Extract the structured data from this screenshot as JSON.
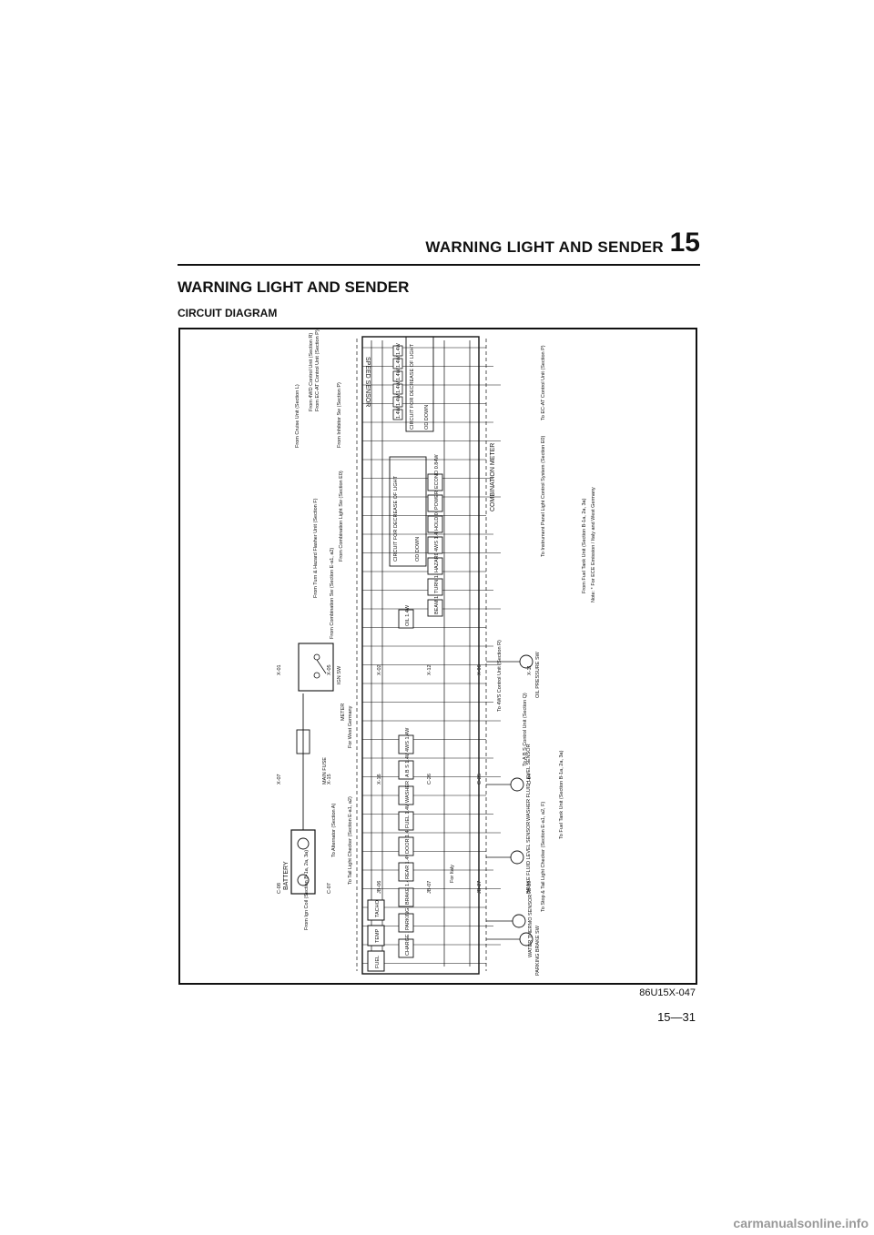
{
  "header": {
    "title": "WARNING LIGHT AND SENDER",
    "section_number": "15"
  },
  "main_title": "WARNING LIGHT AND SENDER",
  "sub_title": "CIRCUIT DIAGRAM",
  "diagram": {
    "combination_meter": "COMBINATION METER",
    "speed_sensor": "SPEED SENSOR",
    "battery": "BATTERY",
    "main_fuse": "MAIN FUSE",
    "ignition_switch": "IGN SW",
    "meter_fuse": "METER",
    "oil_pressure_switch": "OIL PRESSURE SW",
    "washer_sensor": "WASHER FLUID LEVEL SENSOR",
    "brake_fluid_sensor": "BRAKE FLUID LEVEL SENSOR",
    "water_thermo_sensor": "WATER THERMO SENSOR",
    "parking_brake_switch": "PARKING BRAKE SW",
    "circuit_light_1": "CIRCUIT FOR DECREASE OF LIGHT",
    "circuit_light_2": "CIRCUIT FOR DECREASE OF LIGHT",
    "for_west_germany": "For West Germany",
    "for_italy": "For Italy",
    "note": "Note: * For ECE Emission / Italy and West Germany",
    "gauges": [
      "FUEL",
      "TEMP",
      "TACHO"
    ],
    "warning_lamps": [
      "CHARGE 1.4W",
      "PARKING 1.4W",
      "BRAKE 1.4W",
      "REAR 1.4W",
      "DOOR 1.4W",
      "FUEL 1.4W",
      "WASHER 1.4W",
      "A B S 1.4W",
      "4WS 1.4W",
      "OIL 1.4W"
    ],
    "indicator_lamps": [
      "BEAM 1.4W",
      "TURN 1.4W",
      "HAZARD 1.4W",
      "4WS 1.4W",
      "HOLD 0.84W",
      "POWER 0.84W",
      "ECONO 0.84W"
    ],
    "at_lamps": [
      "1.4W",
      "1.4W",
      "1.4W",
      "1.4W",
      "1.4W",
      "1.4W"
    ],
    "od_down": [
      "OD DOWN",
      "OD DOWN"
    ],
    "notes": [
      "From 4WD Control Unit (Section R)",
      "From EC-AT Control Unit (Section P)",
      "From Cruise Unit (Section L)",
      "From Inhibitor Sw (Section P)",
      "From Combination Light Sw (Section E0)",
      "From Turn & Hazard Flasher Unit (Section F)",
      "From Combination Sw (Section E-a1, a2)",
      "To EC-AT Control Unit (Section P)",
      "To Instrument Panel Light Control System (Section E0)",
      "From Fuel Tank Unit (Section B-1a, 2a, 3a)",
      "From Ign Coil (Section B-1a, 2a, 3a)",
      "To 4WS Control Unit (Section R)",
      "To A B S Control Unit (Section Q)",
      "To Fuel Tank Unit (Section B-1a, 2a, 3a)",
      "To Stop & Tail Light Checker (Section E-a1, a2, F)",
      "To Alternator (Section A)",
      "To Tail Light Checker (Section E-a1, a2)"
    ],
    "connectors": [
      "X-01",
      "X-05",
      "X-02",
      "X-12",
      "X-06",
      "X-11",
      "X-07",
      "X-15",
      "X-16",
      "C-26",
      "C-25",
      "C-04",
      "C-08",
      "C-07",
      "JB-06",
      "JB-07",
      "JB-27",
      "JB-29"
    ]
  },
  "figure_code": "86U15X-047",
  "page_number": "15—31",
  "watermark": "carmanualsonline.info"
}
